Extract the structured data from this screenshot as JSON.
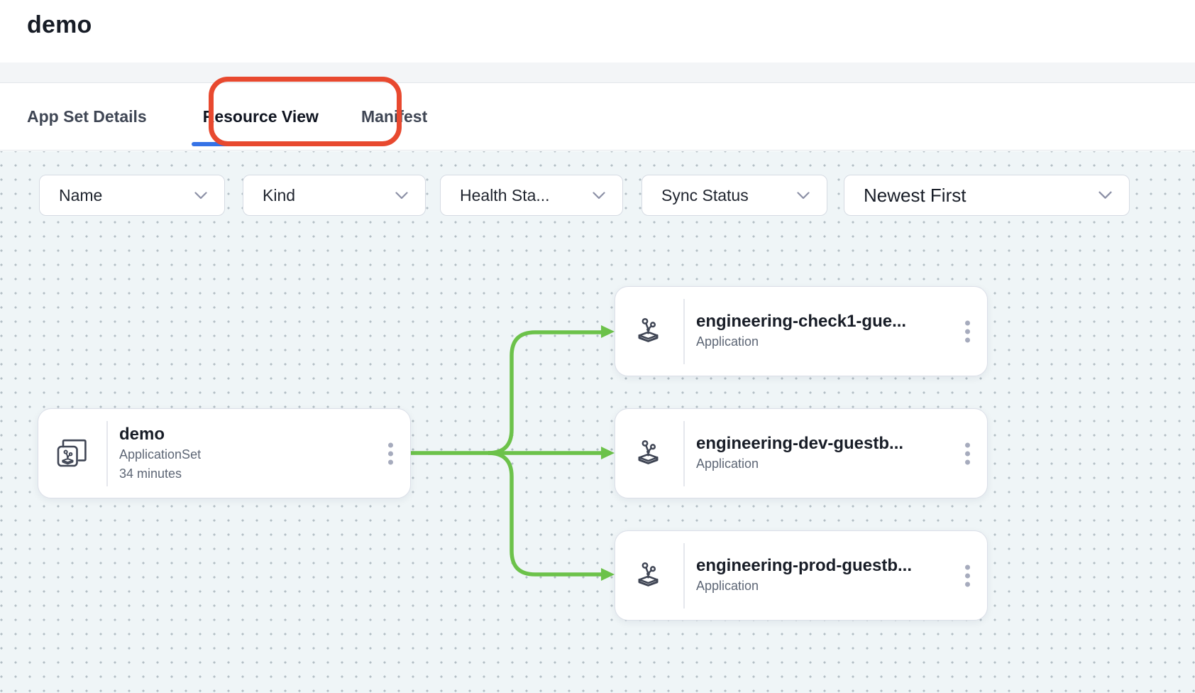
{
  "window": {
    "title": "demo"
  },
  "tabs": {
    "items": [
      {
        "label": "App Set Details",
        "active": false
      },
      {
        "label": "Resource View",
        "active": true
      },
      {
        "label": "Manifest",
        "active": false
      }
    ]
  },
  "filters": {
    "name": {
      "label": "Name"
    },
    "kind": {
      "label": "Kind"
    },
    "health": {
      "label": "Health Sta..."
    },
    "sync": {
      "label": "Sync Status"
    },
    "sort": {
      "value": "Newest First"
    }
  },
  "graph": {
    "root": {
      "name": "demo",
      "kind": "ApplicationSet",
      "age": "34 minutes"
    },
    "children": [
      {
        "name": "engineering-check1-gue...",
        "kind": "Application"
      },
      {
        "name": "engineering-dev-guestb...",
        "kind": "Application"
      },
      {
        "name": "engineering-prod-guestb...",
        "kind": "Application"
      }
    ]
  },
  "colors": {
    "edge_green": "#6cc24a",
    "tab_underline_blue": "#3572e6",
    "annotation_red": "#e8492f",
    "icon_slate": "#3f4554",
    "canvas_bg": "#eff5f7"
  }
}
